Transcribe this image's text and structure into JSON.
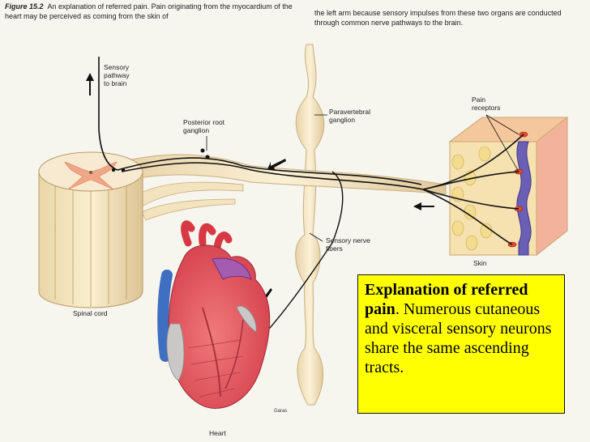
{
  "caption": {
    "figure_number": "Figure 15.2",
    "left_text": "An explanation of referred pain. Pain originating from the myocardium of the heart may be perceived as coming from the skin of",
    "right_text": "the left arm because sensory impulses from these two organs are conducted through common nerve pathways to the brain."
  },
  "labels": {
    "sensory_pathway": [
      "Sensory",
      "pathway",
      "to brain"
    ],
    "posterior_root": [
      "Posterior root",
      "ganglion"
    ],
    "paravertebral": [
      "Paravertebral",
      "ganglion"
    ],
    "pain_receptors": [
      "Pain",
      "receptors"
    ],
    "skin": "Skin",
    "sensory_nerve": [
      "Sensory nerve",
      "fibers"
    ],
    "spinal_cord": "Spinal cord",
    "heart": "Heart"
  },
  "credit": "Garas",
  "explanation": {
    "title": "Explanation of referred pain",
    "body": ".  Numerous cutaneous and visceral sensory neurons share the same ascending tracts."
  }
}
